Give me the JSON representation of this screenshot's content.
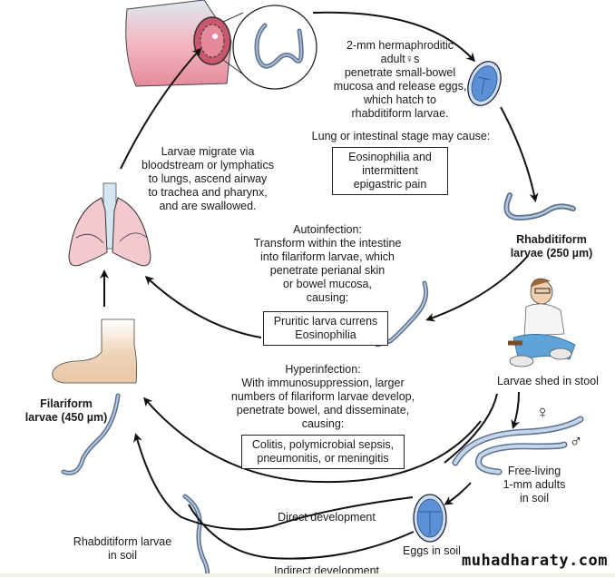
{
  "title": "Strongyloides stercoralis life cycle",
  "labels": {
    "adults_intestine": [
      "2-mm hermaphroditic",
      "adult♀s",
      "penetrate small-bowel",
      "mucosa and release eggs,",
      "which hatch to",
      "rhabditiform larvae."
    ],
    "lung_stage_heading": "Lung or intestinal stage may cause:",
    "lung_stage_effects": [
      "Eosinophilia and",
      "intermittent",
      "epigastric pain"
    ],
    "migration": [
      "Larvae migrate via",
      "bloodstream or lymphatics",
      "to lungs, ascend airway",
      "to trachea and pharynx,",
      "and are swallowed."
    ],
    "rhabditiform_larvae": [
      "Rhabditiform",
      "larvae (250 µm)"
    ],
    "autoinfection": [
      "Autoinfection:",
      "Transform within the intestine",
      "into filariform larvae, which",
      "penetrate perianal skin",
      "or bowel mucosa,",
      "causing:"
    ],
    "autoinfection_effects": [
      "Pruritic larva currens",
      "Eosinophilia"
    ],
    "larvae_shed": "Larvae shed in stool",
    "hyperinfection": [
      "Hyperinfection:",
      "With immunosuppression, larger",
      "numbers of filariform larvae develop,",
      "penetrate bowel, and disseminate,",
      "causing:"
    ],
    "hyperinfection_effects": [
      "Colitis, polymicrobial sepsis,",
      "pneumonitis, or meningitis"
    ],
    "filariform_larvae": [
      "Filariform",
      "larvae (450 µm)"
    ],
    "free_living": [
      "Free-living",
      "1-mm adults",
      "in soil"
    ],
    "female_symbol": "♀",
    "male_symbol": "♂",
    "direct_development": "Direct development",
    "indirect_development": "Indirect development",
    "eggs_in_soil": "Eggs in soil",
    "rhabditiform_soil": [
      "Rhabditiform larvae",
      "in soil"
    ]
  },
  "watermark": "muhadharaty.com",
  "colors": {
    "egg_fill": "#5b8fd6",
    "egg_shell": "#cfe0f2",
    "worm_fill": "#8fa6c4",
    "lung_fill": "#f3c8cf",
    "skin_fill": "#eccbaa",
    "intestine_fill": "#e89aa8",
    "arrow": "#111111"
  }
}
